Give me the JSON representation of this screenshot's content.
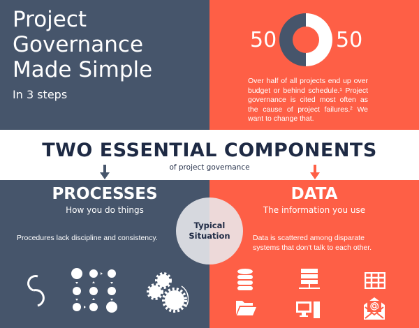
{
  "header": {
    "title_lines": [
      "Project",
      "Governance",
      "Made Simple"
    ],
    "subtitle": "In 3 steps"
  },
  "stats": {
    "left_value": "50",
    "right_value": "50",
    "donut_split_percent": 50,
    "paragraph": "Over half of all projects end up over budget or behind schedule.¹ Project governance is cited most often as the cause of project failures.² We want to change that."
  },
  "band": {
    "title": "TWO ESSENTIAL COMPONENTS",
    "subtitle": "of project governance"
  },
  "processes": {
    "title": "PROCESSES",
    "subtitle": "How you do things",
    "description": "Procedures lack discipline and consistency.",
    "icons": [
      "chain-link-icon",
      "process-flow-icon",
      "gears-icon"
    ]
  },
  "data_section": {
    "title": "DATA",
    "subtitle": "The information you use",
    "description": "Data is scattered among disparate systems that don't talk to each other.",
    "icons": [
      "database-icon",
      "server-icon",
      "spreadsheet-icon",
      "folder-icon",
      "computer-icon",
      "email-icon"
    ]
  },
  "center": {
    "label": "Typical Situation"
  },
  "colors": {
    "navy": "#46556b",
    "orange": "#fe5f46",
    "dark_text": "#1e2a44"
  }
}
